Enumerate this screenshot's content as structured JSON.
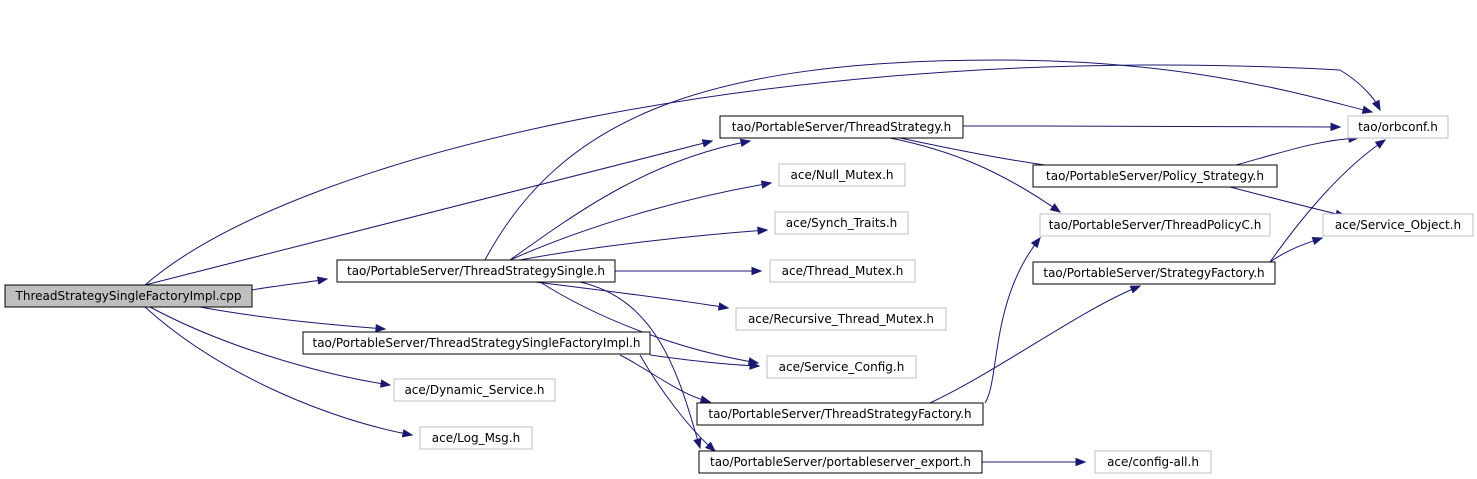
{
  "diagram": {
    "nodes": [
      {
        "id": "n0",
        "label": "ThreadStrategySingleFactoryImpl.cpp",
        "style": "root"
      },
      {
        "id": "n1",
        "label": "tao/PortableServer/ThreadStrategySingle.h",
        "style": "local"
      },
      {
        "id": "n2",
        "label": "tao/PortableServer/ThreadStrategySingleFactoryImpl.h",
        "style": "local"
      },
      {
        "id": "n3",
        "label": "ace/Dynamic_Service.h",
        "style": "ext"
      },
      {
        "id": "n4",
        "label": "ace/Log_Msg.h",
        "style": "ext"
      },
      {
        "id": "n5",
        "label": "tao/PortableServer/ThreadStrategy.h",
        "style": "local"
      },
      {
        "id": "n6",
        "label": "ace/Null_Mutex.h",
        "style": "ext"
      },
      {
        "id": "n7",
        "label": "ace/Synch_Traits.h",
        "style": "ext"
      },
      {
        "id": "n8",
        "label": "ace/Thread_Mutex.h",
        "style": "ext"
      },
      {
        "id": "n9",
        "label": "ace/Recursive_Thread_Mutex.h",
        "style": "ext"
      },
      {
        "id": "n10",
        "label": "ace/Service_Config.h",
        "style": "ext"
      },
      {
        "id": "n11",
        "label": "tao/PortableServer/ThreadStrategyFactory.h",
        "style": "local"
      },
      {
        "id": "n12",
        "label": "tao/PortableServer/portableserver_export.h",
        "style": "local"
      },
      {
        "id": "n13",
        "label": "tao/orbconf.h",
        "style": "ext"
      },
      {
        "id": "n14",
        "label": "tao/PortableServer/Policy_Strategy.h",
        "style": "local"
      },
      {
        "id": "n15",
        "label": "tao/PortableServer/ThreadPolicyC.h",
        "style": "ext"
      },
      {
        "id": "n16",
        "label": "tao/PortableServer/StrategyFactory.h",
        "style": "local"
      },
      {
        "id": "n17",
        "label": "ace/Service_Object.h",
        "style": "ext"
      },
      {
        "id": "n18",
        "label": "ace/config-all.h",
        "style": "ext"
      }
    ],
    "edges": [
      [
        "n0",
        "n13"
      ],
      [
        "n0",
        "n5"
      ],
      [
        "n0",
        "n1"
      ],
      [
        "n0",
        "n2"
      ],
      [
        "n0",
        "n3"
      ],
      [
        "n0",
        "n4"
      ],
      [
        "n1",
        "n5"
      ],
      [
        "n1",
        "n13"
      ],
      [
        "n1",
        "n6"
      ],
      [
        "n1",
        "n7"
      ],
      [
        "n1",
        "n8"
      ],
      [
        "n1",
        "n9"
      ],
      [
        "n1",
        "n10"
      ],
      [
        "n1",
        "n12"
      ],
      [
        "n2",
        "n10"
      ],
      [
        "n2",
        "n11"
      ],
      [
        "n2",
        "n12"
      ],
      [
        "n5",
        "n13"
      ],
      [
        "n5",
        "n14"
      ],
      [
        "n5",
        "n15"
      ],
      [
        "n14",
        "n13"
      ],
      [
        "n14",
        "n17"
      ],
      [
        "n11",
        "n15"
      ],
      [
        "n11",
        "n16"
      ],
      [
        "n16",
        "n13"
      ],
      [
        "n16",
        "n17"
      ],
      [
        "n12",
        "n18"
      ]
    ]
  }
}
